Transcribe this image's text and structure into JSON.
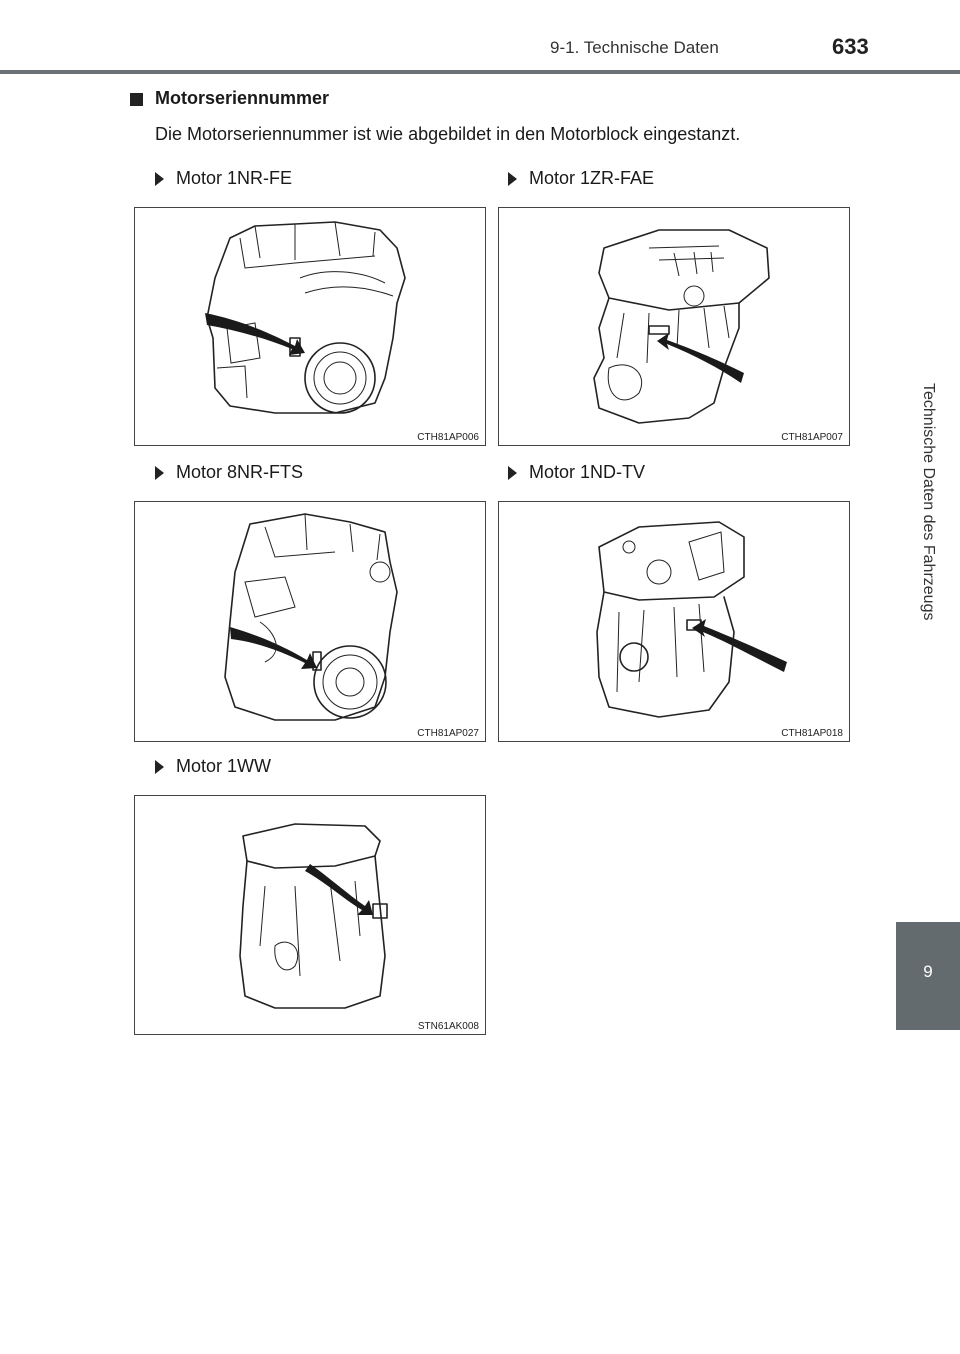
{
  "header": {
    "chapter_title": "9-1. Technische Daten",
    "page_number": "633"
  },
  "side_tab": {
    "label": "Technische Daten des Fahrzeugs",
    "chapter_number": "9"
  },
  "section": {
    "title": "Motorseriennummer",
    "intro": "Die Motorseriennummer ist wie abgebildet in den Motorblock eingestanzt."
  },
  "figures": [
    {
      "caption": "Motor 1NR-FE",
      "code": "CTH81AP006"
    },
    {
      "caption": "Motor 1ZR-FAE",
      "code": "CTH81AP007"
    },
    {
      "caption": "Motor 8NR-FTS",
      "code": "CTH81AP027"
    },
    {
      "caption": "Motor 1ND-TV",
      "code": "CTH81AP018"
    },
    {
      "caption": "Motor 1WW",
      "code": "STN61AK008"
    }
  ],
  "colors": {
    "tab_background": "#636b6e",
    "rule": "#6b7275"
  }
}
